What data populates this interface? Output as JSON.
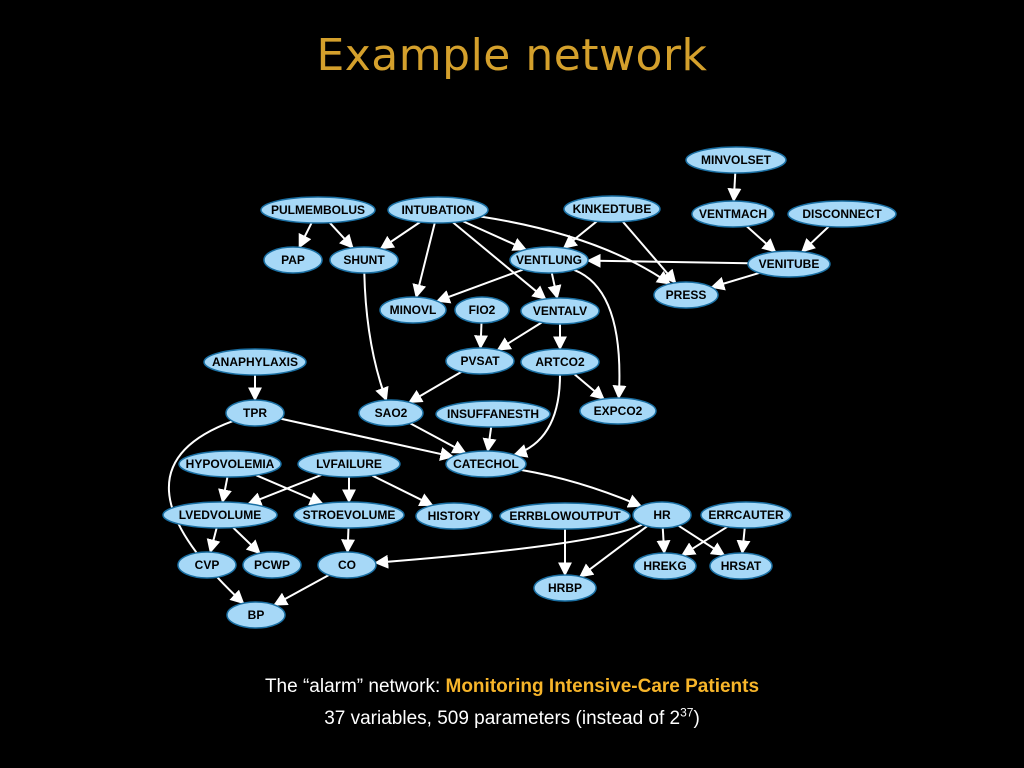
{
  "slide": {
    "title": "Example network",
    "caption_line1_prefix": "The “alarm” network: ",
    "caption_line1_highlight": "Monitoring Intensive-Care Patients",
    "caption_line2_prefix": "37 variables, 509 parameters (instead of  2",
    "caption_line2_exponent": "37",
    "caption_line2_suffix": ")"
  },
  "colors": {
    "background": "#000000",
    "title": "#d4a02c",
    "highlight": "#f7b52a",
    "node_fill": "#a6d8f7",
    "edge": "#ffffff"
  },
  "network": {
    "nodes": [
      {
        "id": "MINVOLSET",
        "label": "MINVOLSET"
      },
      {
        "id": "PULMEMBOLUS",
        "label": "PULMEMBOLUS"
      },
      {
        "id": "INTUBATION",
        "label": "INTUBATION"
      },
      {
        "id": "KINKEDTUBE",
        "label": "KINKEDTUBE"
      },
      {
        "id": "VENTMACH",
        "label": "VENTMACH"
      },
      {
        "id": "DISCONNECT",
        "label": "DISCONNECT"
      },
      {
        "id": "PAP",
        "label": "PAP"
      },
      {
        "id": "SHUNT",
        "label": "SHUNT"
      },
      {
        "id": "VENTLUNG",
        "label": "VENTLUNG"
      },
      {
        "id": "VENITUBE",
        "label": "VENITUBE"
      },
      {
        "id": "PRESS",
        "label": "PRESS"
      },
      {
        "id": "MINOVL",
        "label": "MINOVL"
      },
      {
        "id": "FIO2",
        "label": "FIO2"
      },
      {
        "id": "VENTALV",
        "label": "VENTALV"
      },
      {
        "id": "ANAPHYLAXIS",
        "label": "ANAPHYLAXIS"
      },
      {
        "id": "PVSAT",
        "label": "PVSAT"
      },
      {
        "id": "ARTCO2",
        "label": "ARTCO2"
      },
      {
        "id": "TPR",
        "label": "TPR"
      },
      {
        "id": "SAO2",
        "label": "SAO2"
      },
      {
        "id": "INSUFFANESTH",
        "label": "INSUFFANESTH"
      },
      {
        "id": "EXPCO2",
        "label": "EXPCO2"
      },
      {
        "id": "HYPOVOLEMIA",
        "label": "HYPOVOLEMIA"
      },
      {
        "id": "LVFAILURE",
        "label": "LVFAILURE"
      },
      {
        "id": "CATECHOL",
        "label": "CATECHOL"
      },
      {
        "id": "LVEDVOLUME",
        "label": "LVEDVOLUME"
      },
      {
        "id": "STROEVOLUME",
        "label": "STROEVOLUME"
      },
      {
        "id": "HISTORY",
        "label": "HISTORY"
      },
      {
        "id": "ERRBLOWOUTPUT",
        "label": "ERRBLOWOUTPUT"
      },
      {
        "id": "HR",
        "label": "HR"
      },
      {
        "id": "ERRCAUTER",
        "label": "ERRCAUTER"
      },
      {
        "id": "CVP",
        "label": "CVP"
      },
      {
        "id": "PCWP",
        "label": "PCWP"
      },
      {
        "id": "CO",
        "label": "CO"
      },
      {
        "id": "HREKG",
        "label": "HREKG"
      },
      {
        "id": "HRSAT",
        "label": "HRSAT"
      },
      {
        "id": "HRBP",
        "label": "HRBP"
      },
      {
        "id": "BP",
        "label": "BP"
      }
    ],
    "edges": [
      {
        "from": "MINVOLSET",
        "to": "VENTMACH"
      },
      {
        "from": "VENTMACH",
        "to": "VENITUBE"
      },
      {
        "from": "DISCONNECT",
        "to": "VENITUBE"
      },
      {
        "from": "PULMEMBOLUS",
        "to": "PAP"
      },
      {
        "from": "PULMEMBOLUS",
        "to": "SHUNT"
      },
      {
        "from": "INTUBATION",
        "to": "SHUNT"
      },
      {
        "from": "INTUBATION",
        "to": "MINOVL"
      },
      {
        "from": "INTUBATION",
        "to": "VENTLUNG"
      },
      {
        "from": "INTUBATION",
        "to": "VENTALV"
      },
      {
        "from": "INTUBATION",
        "to": "PRESS"
      },
      {
        "from": "KINKEDTUBE",
        "to": "VENTLUNG"
      },
      {
        "from": "KINKEDTUBE",
        "to": "PRESS"
      },
      {
        "from": "VENITUBE",
        "to": "VENTLUNG"
      },
      {
        "from": "VENITUBE",
        "to": "PRESS"
      },
      {
        "from": "VENTLUNG",
        "to": "MINOVL"
      },
      {
        "from": "VENTLUNG",
        "to": "VENTALV"
      },
      {
        "from": "VENTLUNG",
        "to": "EXPCO2"
      },
      {
        "from": "SHUNT",
        "to": "SAO2"
      },
      {
        "from": "FIO2",
        "to": "PVSAT"
      },
      {
        "from": "VENTALV",
        "to": "PVSAT"
      },
      {
        "from": "VENTALV",
        "to": "ARTCO2"
      },
      {
        "from": "PVSAT",
        "to": "SAO2"
      },
      {
        "from": "ARTCO2",
        "to": "EXPCO2"
      },
      {
        "from": "ARTCO2",
        "to": "CATECHOL"
      },
      {
        "from": "ANAPHYLAXIS",
        "to": "TPR"
      },
      {
        "from": "TPR",
        "to": "CATECHOL"
      },
      {
        "from": "TPR",
        "to": "BP"
      },
      {
        "from": "SAO2",
        "to": "CATECHOL"
      },
      {
        "from": "INSUFFANESTH",
        "to": "CATECHOL"
      },
      {
        "from": "CATECHOL",
        "to": "HR"
      },
      {
        "from": "HYPOVOLEMIA",
        "to": "LVEDVOLUME"
      },
      {
        "from": "HYPOVOLEMIA",
        "to": "STROEVOLUME"
      },
      {
        "from": "LVFAILURE",
        "to": "LVEDVOLUME"
      },
      {
        "from": "LVFAILURE",
        "to": "STROEVOLUME"
      },
      {
        "from": "LVFAILURE",
        "to": "HISTORY"
      },
      {
        "from": "LVEDVOLUME",
        "to": "CVP"
      },
      {
        "from": "LVEDVOLUME",
        "to": "PCWP"
      },
      {
        "from": "STROEVOLUME",
        "to": "CO"
      },
      {
        "from": "HR",
        "to": "CO"
      },
      {
        "from": "HR",
        "to": "HRBP"
      },
      {
        "from": "HR",
        "to": "HREKG"
      },
      {
        "from": "HR",
        "to": "HRSAT"
      },
      {
        "from": "ERRBLOWOUTPUT",
        "to": "HRBP"
      },
      {
        "from": "ERRCAUTER",
        "to": "HREKG"
      },
      {
        "from": "ERRCAUTER",
        "to": "HRSAT"
      },
      {
        "from": "CO",
        "to": "BP"
      }
    ]
  }
}
